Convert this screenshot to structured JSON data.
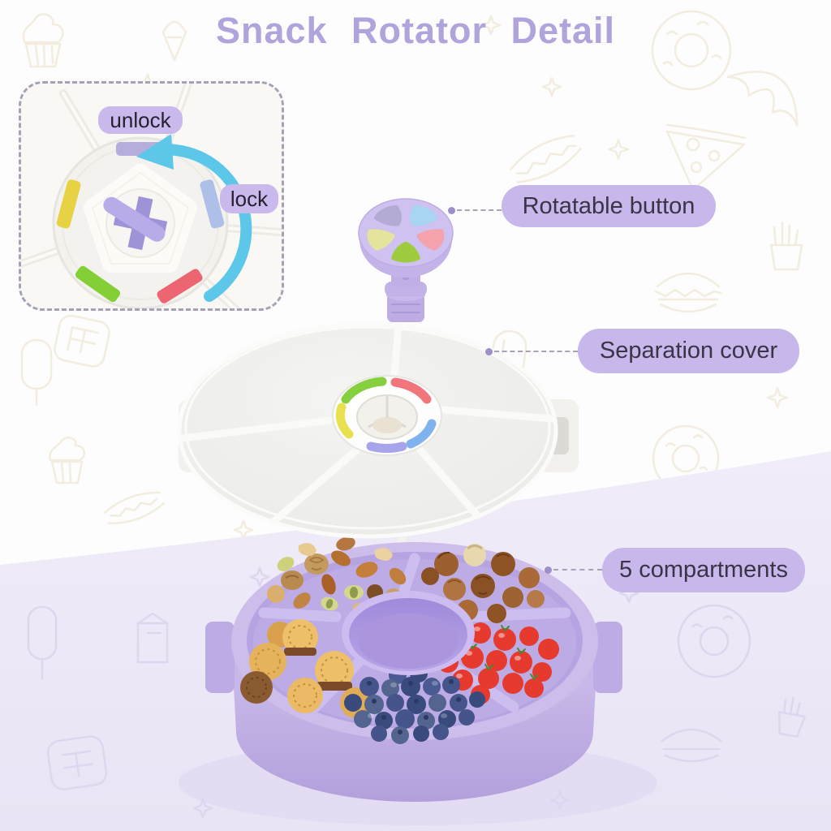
{
  "title": "Snack Rotator Detail",
  "inset": {
    "unlock_label": "unlock",
    "lock_label": "lock"
  },
  "callouts": {
    "rotatable_button": "Rotatable button",
    "separation_cover": "Separation cover",
    "compartments": "5 compartments"
  },
  "product": {
    "compartment_contents": [
      "mixed nuts",
      "hazelnuts",
      "sandwich cookies",
      "cherry tomatoes",
      "blueberries"
    ],
    "knob_petal_colors": [
      "#b4abd4",
      "#a8d6f2",
      "#e4e49c",
      "#f4a3ac",
      "#9fcc3f"
    ],
    "lock_tab_colors": [
      "#b5addc",
      "#e6d243",
      "#aebfe8",
      "#84cf36",
      "#ee6572"
    ],
    "hub_ring_colors": [
      "#86cf3e",
      "#f0767c",
      "#e9e050",
      "#7fb3ef",
      "#a8a4ec"
    ]
  },
  "colors": {
    "title_text": "#b1a3dc",
    "callout_pill_bg": "#c7b7ea",
    "callout_text": "#3a3447",
    "rotate_arrow": "#5cc7e9",
    "bowl_purple": "#c5b4e4",
    "floor_lavender": "#ece8f7",
    "cover_white": "#f0f0ee"
  }
}
